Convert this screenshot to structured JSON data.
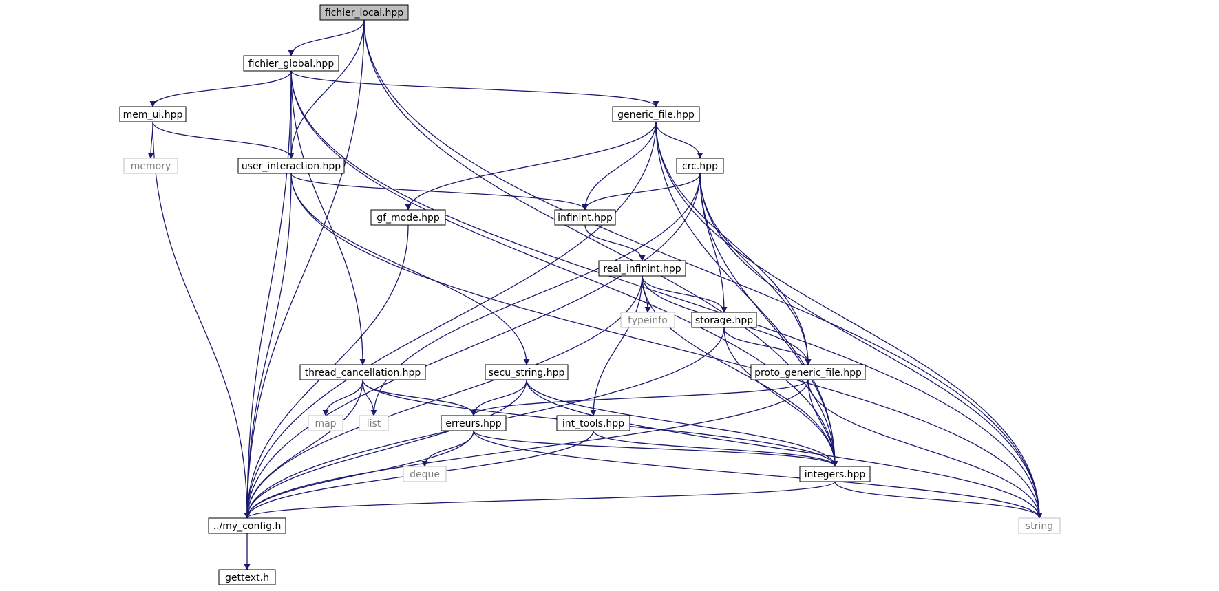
{
  "diagram": {
    "type": "include-dependency-graph",
    "colors": {
      "edge": "#191970",
      "root_fill": "#bfbfbf",
      "node_border": "#000000",
      "system_border": "#bfbfbf",
      "system_text": "#7f7f7f"
    },
    "nodes": [
      {
        "id": "fichier_local",
        "label": "fichier_local.hpp",
        "kind": "root"
      },
      {
        "id": "fichier_global",
        "label": "fichier_global.hpp",
        "kind": "file"
      },
      {
        "id": "mem_ui",
        "label": "mem_ui.hpp",
        "kind": "file"
      },
      {
        "id": "generic_file",
        "label": "generic_file.hpp",
        "kind": "file"
      },
      {
        "id": "memory",
        "label": "memory",
        "kind": "system"
      },
      {
        "id": "user_interaction",
        "label": "user_interaction.hpp",
        "kind": "file"
      },
      {
        "id": "crc",
        "label": "crc.hpp",
        "kind": "file"
      },
      {
        "id": "gf_mode",
        "label": "gf_mode.hpp",
        "kind": "file"
      },
      {
        "id": "infinint",
        "label": "infinint.hpp",
        "kind": "file"
      },
      {
        "id": "real_infinint",
        "label": "real_infinint.hpp",
        "kind": "file"
      },
      {
        "id": "typeinfo",
        "label": "typeinfo",
        "kind": "system"
      },
      {
        "id": "storage",
        "label": "storage.hpp",
        "kind": "file"
      },
      {
        "id": "thread_cancellation",
        "label": "thread_cancellation.hpp",
        "kind": "file"
      },
      {
        "id": "secu_string",
        "label": "secu_string.hpp",
        "kind": "file"
      },
      {
        "id": "proto_generic_file",
        "label": "proto_generic_file.hpp",
        "kind": "file"
      },
      {
        "id": "map",
        "label": "map",
        "kind": "system"
      },
      {
        "id": "list",
        "label": "list",
        "kind": "system"
      },
      {
        "id": "erreurs",
        "label": "erreurs.hpp",
        "kind": "file"
      },
      {
        "id": "int_tools",
        "label": "int_tools.hpp",
        "kind": "file"
      },
      {
        "id": "deque",
        "label": "deque",
        "kind": "system"
      },
      {
        "id": "integers",
        "label": "integers.hpp",
        "kind": "file"
      },
      {
        "id": "my_config",
        "label": "../my_config.h",
        "kind": "file"
      },
      {
        "id": "string",
        "label": "string",
        "kind": "system"
      },
      {
        "id": "gettext",
        "label": "gettext.h",
        "kind": "file"
      }
    ],
    "edges": [
      [
        "fichier_local",
        "fichier_global"
      ],
      [
        "fichier_local",
        "user_interaction"
      ],
      [
        "fichier_local",
        "my_config"
      ],
      [
        "fichier_local",
        "integers"
      ],
      [
        "fichier_local",
        "string"
      ],
      [
        "fichier_global",
        "mem_ui"
      ],
      [
        "fichier_global",
        "user_interaction"
      ],
      [
        "fichier_global",
        "generic_file"
      ],
      [
        "fichier_global",
        "thread_cancellation"
      ],
      [
        "fichier_global",
        "my_config"
      ],
      [
        "fichier_global",
        "integers"
      ],
      [
        "fichier_global",
        "string"
      ],
      [
        "mem_ui",
        "memory"
      ],
      [
        "mem_ui",
        "user_interaction"
      ],
      [
        "mem_ui",
        "my_config"
      ],
      [
        "user_interaction",
        "infinint"
      ],
      [
        "user_interaction",
        "secu_string"
      ],
      [
        "user_interaction",
        "my_config"
      ],
      [
        "user_interaction",
        "string"
      ],
      [
        "generic_file",
        "crc"
      ],
      [
        "generic_file",
        "infinint"
      ],
      [
        "generic_file",
        "gf_mode"
      ],
      [
        "generic_file",
        "proto_generic_file"
      ],
      [
        "generic_file",
        "integers"
      ],
      [
        "generic_file",
        "my_config"
      ],
      [
        "generic_file",
        "string"
      ],
      [
        "crc",
        "infinint"
      ],
      [
        "crc",
        "storage"
      ],
      [
        "crc",
        "proto_generic_file"
      ],
      [
        "crc",
        "integers"
      ],
      [
        "crc",
        "list"
      ],
      [
        "crc",
        "my_config"
      ],
      [
        "crc",
        "string"
      ],
      [
        "gf_mode",
        "my_config"
      ],
      [
        "infinint",
        "real_infinint"
      ],
      [
        "real_infinint",
        "typeinfo"
      ],
      [
        "real_infinint",
        "storage"
      ],
      [
        "real_infinint",
        "proto_generic_file"
      ],
      [
        "real_infinint",
        "int_tools"
      ],
      [
        "real_infinint",
        "integers"
      ],
      [
        "real_infinint",
        "my_config"
      ],
      [
        "storage",
        "proto_generic_file"
      ],
      [
        "storage",
        "integers"
      ],
      [
        "storage",
        "my_config"
      ],
      [
        "thread_cancellation",
        "map"
      ],
      [
        "thread_cancellation",
        "list"
      ],
      [
        "thread_cancellation",
        "erreurs"
      ],
      [
        "thread_cancellation",
        "integers"
      ],
      [
        "thread_cancellation",
        "my_config"
      ],
      [
        "secu_string",
        "erreurs"
      ],
      [
        "secu_string",
        "integers"
      ],
      [
        "secu_string",
        "my_config"
      ],
      [
        "secu_string",
        "string"
      ],
      [
        "proto_generic_file",
        "erreurs"
      ],
      [
        "proto_generic_file",
        "integers"
      ],
      [
        "proto_generic_file",
        "my_config"
      ],
      [
        "proto_generic_file",
        "string"
      ],
      [
        "erreurs",
        "deque"
      ],
      [
        "erreurs",
        "integers"
      ],
      [
        "erreurs",
        "my_config"
      ],
      [
        "erreurs",
        "string"
      ],
      [
        "int_tools",
        "integers"
      ],
      [
        "int_tools",
        "my_config"
      ],
      [
        "integers",
        "my_config"
      ],
      [
        "integers",
        "string"
      ],
      [
        "my_config",
        "gettext"
      ]
    ]
  }
}
